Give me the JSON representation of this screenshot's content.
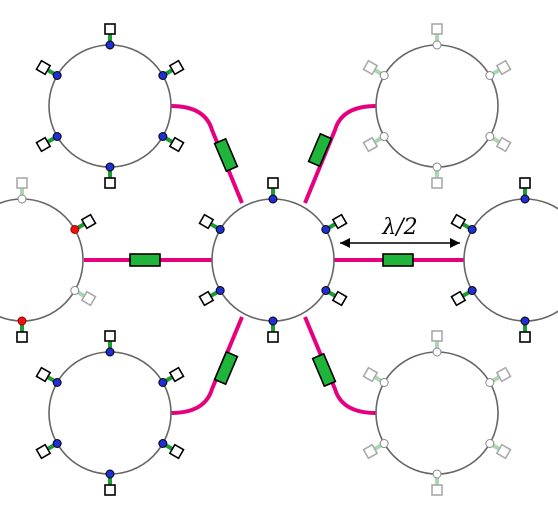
{
  "diagram": {
    "label": "λ/2",
    "colors": {
      "ring": "#666666",
      "waveguide": "#e6007e",
      "block_fill": "#1fb53a",
      "block_stroke": "#000000",
      "node_active": "#1f2fd6",
      "node_faded": "#ffffff",
      "node_faded_stroke": "#888888",
      "node_red": "#ee1111",
      "stem_active": "#1a9e33",
      "stem_faded": "#a8d8b0",
      "box_active_stroke": "#000000",
      "box_faded_stroke": "#aaaaaa",
      "arrow": "#000000"
    },
    "rings": [
      {
        "id": "center",
        "style": "active"
      },
      {
        "id": "top-left",
        "style": "active"
      },
      {
        "id": "bottom-left",
        "style": "active"
      },
      {
        "id": "left",
        "style": "mixed"
      },
      {
        "id": "top-right",
        "style": "faded"
      },
      {
        "id": "bottom-right",
        "style": "faded"
      },
      {
        "id": "right",
        "style": "active"
      }
    ]
  }
}
